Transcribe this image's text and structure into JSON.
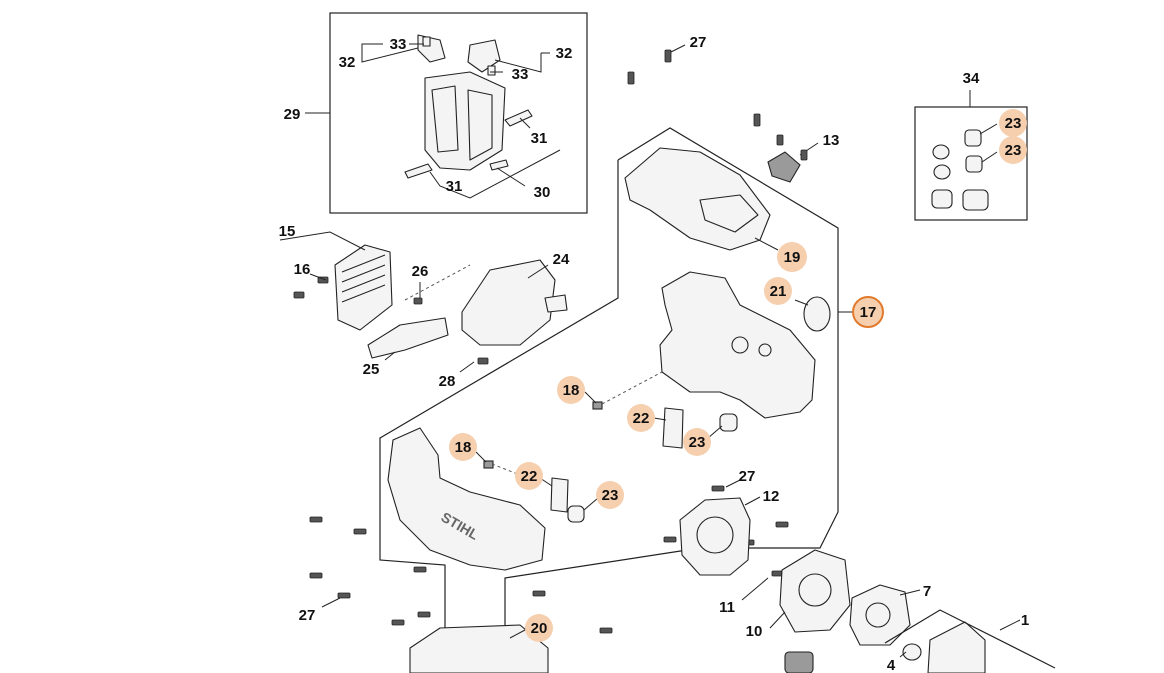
{
  "diagram": {
    "labels": {
      "p1": "1",
      "p4": "4",
      "p7": "7",
      "p10": "10",
      "p11": "11",
      "p12": "12",
      "p13": "13",
      "p15": "15",
      "p16": "16",
      "p17": "17",
      "p18a": "18",
      "p18b": "18",
      "p19": "19",
      "p20": "20",
      "p21": "21",
      "p22a": "22",
      "p22b": "22",
      "p23a": "23",
      "p23b": "23",
      "p23c": "23",
      "p23d": "23",
      "p24": "24",
      "p25": "25",
      "p26": "26",
      "p27a": "27",
      "p27b": "27",
      "p27c": "27",
      "p28": "28",
      "p29": "29",
      "p30": "30",
      "p31a": "31",
      "p31b": "31",
      "p32a": "32",
      "p32b": "32",
      "p33a": "33",
      "p33b": "33",
      "p34": "34"
    },
    "brand_mark": "STIHL",
    "colors": {
      "highlight_fill": "#f6cfae",
      "highlight_ring": "#e07a2e",
      "line": "#222222"
    }
  }
}
